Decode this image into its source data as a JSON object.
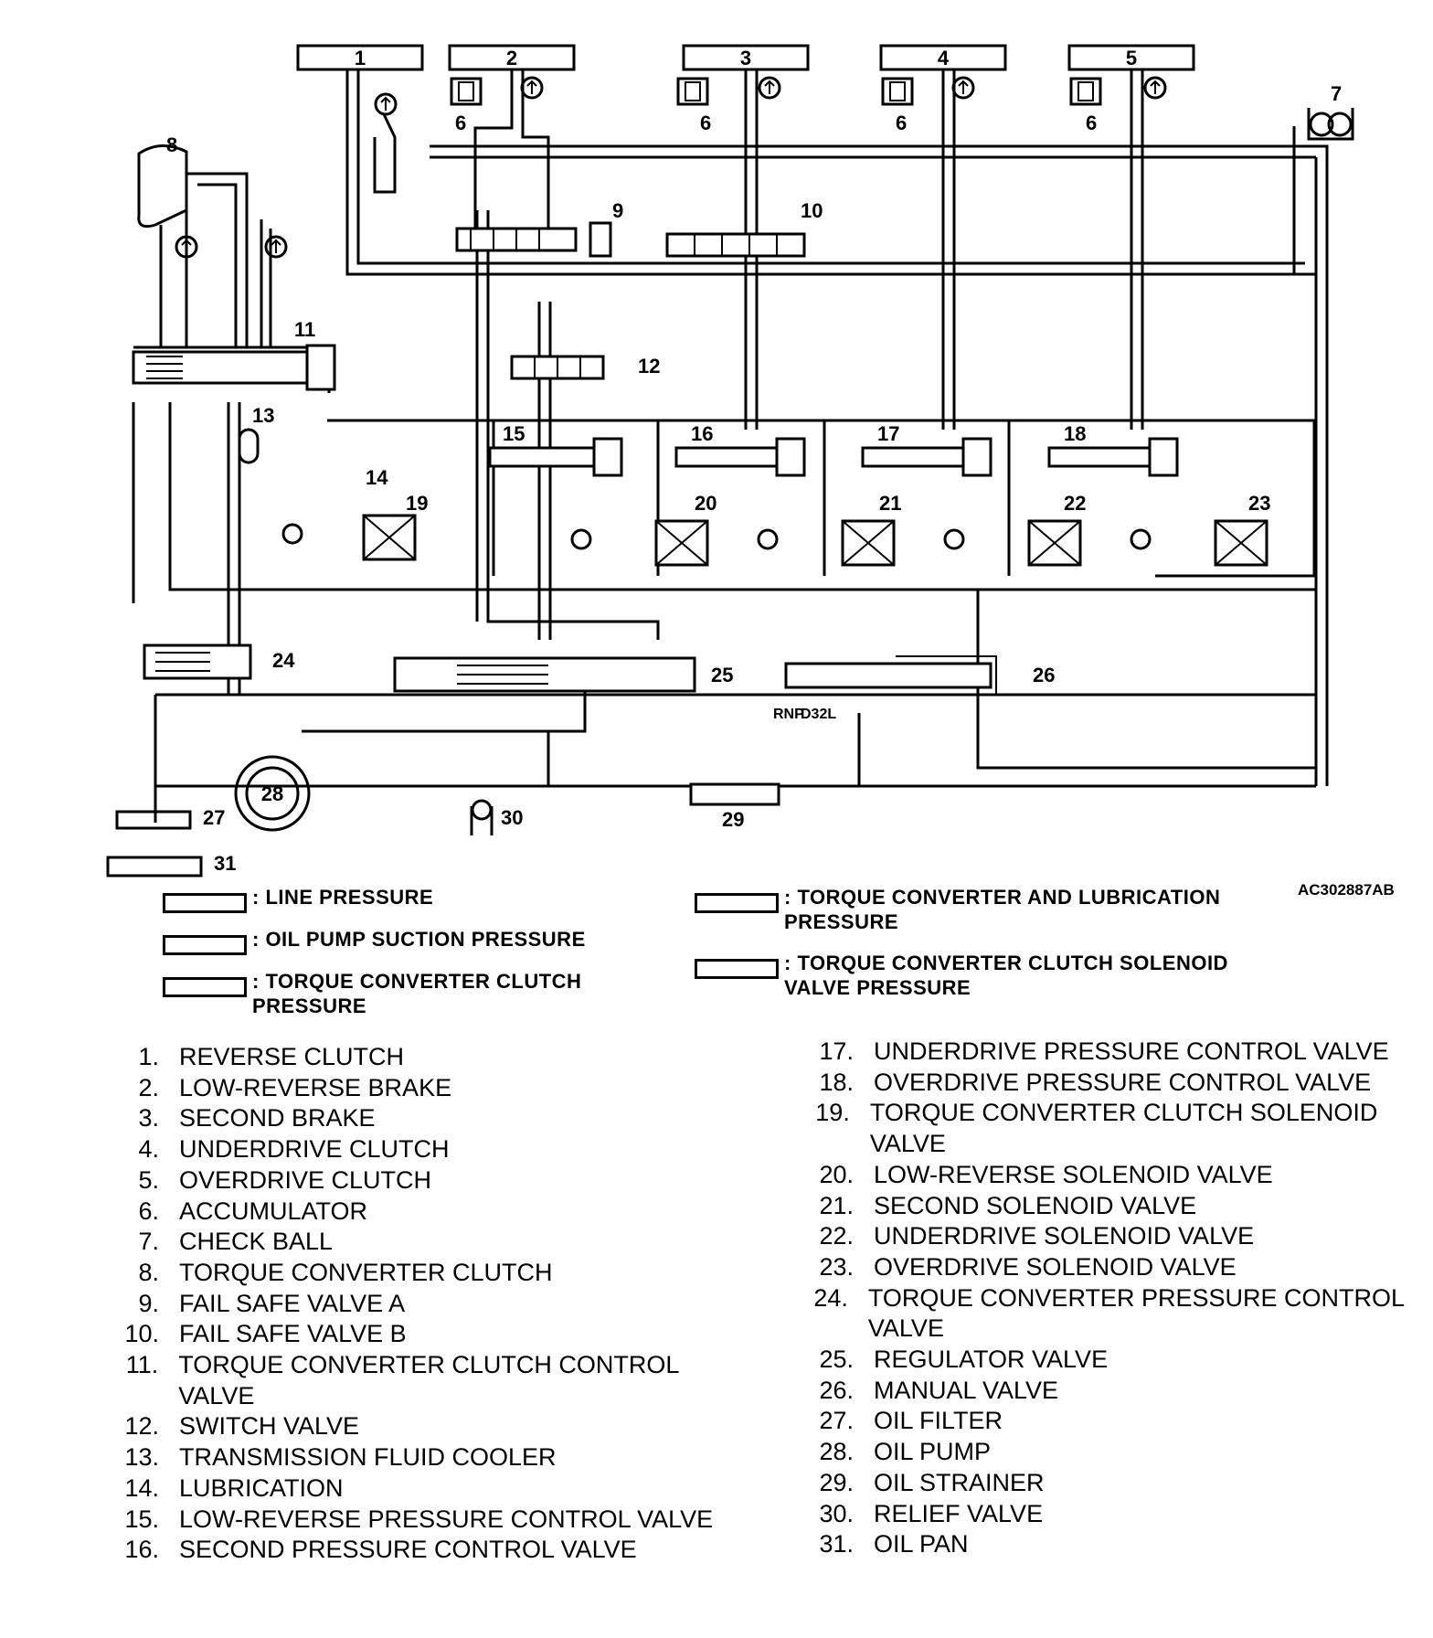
{
  "diagram": {
    "clutch_boxes": [
      {
        "number": "1"
      },
      {
        "number": "2"
      },
      {
        "number": "3"
      },
      {
        "number": "4"
      },
      {
        "number": "5"
      }
    ],
    "callouts": [
      "6",
      "6",
      "6",
      "6",
      "7",
      "8",
      "9",
      "10",
      "11",
      "12",
      "13",
      "14",
      "15",
      "16",
      "17",
      "18",
      "19",
      "20",
      "21",
      "22",
      "23",
      "24",
      "25",
      "26",
      "27",
      "28",
      "29",
      "30",
      "31"
    ],
    "manual_positions": {
      "left": "RNP",
      "right": "D32L"
    }
  },
  "figure_code": "AC302887AB",
  "legend": [
    {
      "label": ": LINE PRESSURE"
    },
    {
      "label": ": OIL PUMP SUCTION PRESSURE"
    },
    {
      "label": ": TORQUE CONVERTER CLUTCH PRESSURE"
    },
    {
      "label": ": TORQUE CONVERTER AND LUBRICATION PRESSURE"
    },
    {
      "label": ": TORQUE CONVERTER CLUTCH SOLENOID VALVE PRESSURE"
    }
  ],
  "parts_left": [
    {
      "num": "1.",
      "name": "REVERSE CLUTCH"
    },
    {
      "num": "2.",
      "name": "LOW-REVERSE BRAKE"
    },
    {
      "num": "3.",
      "name": "SECOND BRAKE"
    },
    {
      "num": "4.",
      "name": "UNDERDRIVE CLUTCH"
    },
    {
      "num": "5.",
      "name": "OVERDRIVE CLUTCH"
    },
    {
      "num": "6.",
      "name": "ACCUMULATOR"
    },
    {
      "num": "7.",
      "name": "CHECK BALL"
    },
    {
      "num": "8.",
      "name": "TORQUE CONVERTER CLUTCH"
    },
    {
      "num": "9.",
      "name": "FAIL SAFE VALVE A"
    },
    {
      "num": "10.",
      "name": "FAIL SAFE VALVE B"
    },
    {
      "num": "11.",
      "name": "TORQUE CONVERTER CLUTCH CONTROL VALVE"
    },
    {
      "num": "12.",
      "name": "SWITCH VALVE"
    },
    {
      "num": "13.",
      "name": "TRANSMISSION FLUID COOLER"
    },
    {
      "num": "14.",
      "name": "LUBRICATION"
    },
    {
      "num": "15.",
      "name": "LOW-REVERSE PRESSURE CONTROL VALVE"
    },
    {
      "num": "16.",
      "name": "SECOND PRESSURE CONTROL VALVE"
    }
  ],
  "parts_right": [
    {
      "num": "17.",
      "name": "UNDERDRIVE PRESSURE CONTROL VALVE"
    },
    {
      "num": "18.",
      "name": "OVERDRIVE PRESSURE CONTROL VALVE"
    },
    {
      "num": "19.",
      "name": "TORQUE CONVERTER CLUTCH SOLENOID VALVE"
    },
    {
      "num": "20.",
      "name": "LOW-REVERSE SOLENOID VALVE"
    },
    {
      "num": "21.",
      "name": "SECOND SOLENOID VALVE"
    },
    {
      "num": "22.",
      "name": "UNDERDRIVE SOLENOID VALVE"
    },
    {
      "num": "23.",
      "name": "OVERDRIVE SOLENOID VALVE"
    },
    {
      "num": "24.",
      "name": "TORQUE CONVERTER PRESSURE CONTROL VALVE"
    },
    {
      "num": "25.",
      "name": "REGULATOR VALVE"
    },
    {
      "num": "26.",
      "name": "MANUAL VALVE"
    },
    {
      "num": "27.",
      "name": "OIL FILTER"
    },
    {
      "num": "28.",
      "name": "OIL PUMP"
    },
    {
      "num": "29.",
      "name": "OIL STRAINER"
    },
    {
      "num": "30.",
      "name": "RELIEF VALVE"
    },
    {
      "num": "31.",
      "name": "OIL PAN"
    }
  ]
}
